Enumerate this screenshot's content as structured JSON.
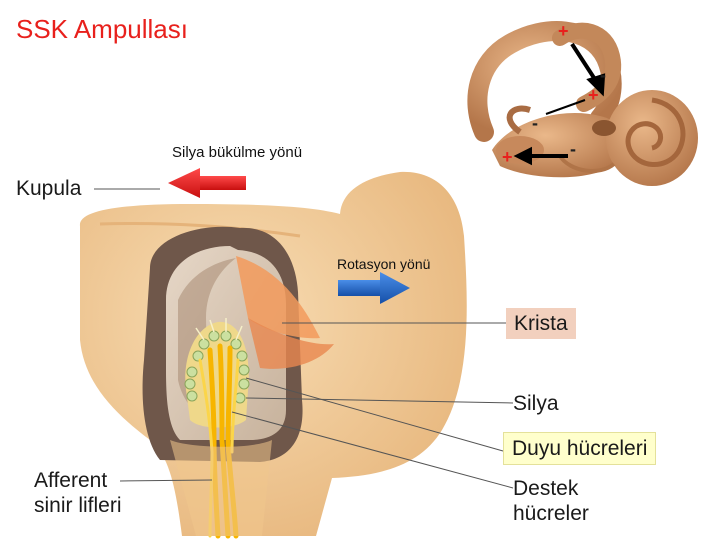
{
  "title": "SSK Ampullası",
  "labels": {
    "kupula": "Kupula",
    "krista": "Krista",
    "silya": "Silya",
    "duyu": "Duyu hücreleri",
    "destek_line1": "Destek",
    "destek_line2": "hücreler",
    "afferent_line1": "Afferent",
    "afferent_line2": "sinir lifleri",
    "bending_direction": "Silya bükülme yönü",
    "rotation_direction": "Rotasyon yönü"
  },
  "signs": {
    "plus": "+",
    "minus": "-"
  },
  "colors": {
    "title": "#e8201c",
    "bending_arrow": "#e11b1b",
    "rotation_arrow": "#1e63c8",
    "tissue": "#f1c995",
    "cupula": "#d9c7b6",
    "nerve": "#f7b500",
    "krista_box": "#f2d0be",
    "duyu_box": "#ffffcc"
  }
}
